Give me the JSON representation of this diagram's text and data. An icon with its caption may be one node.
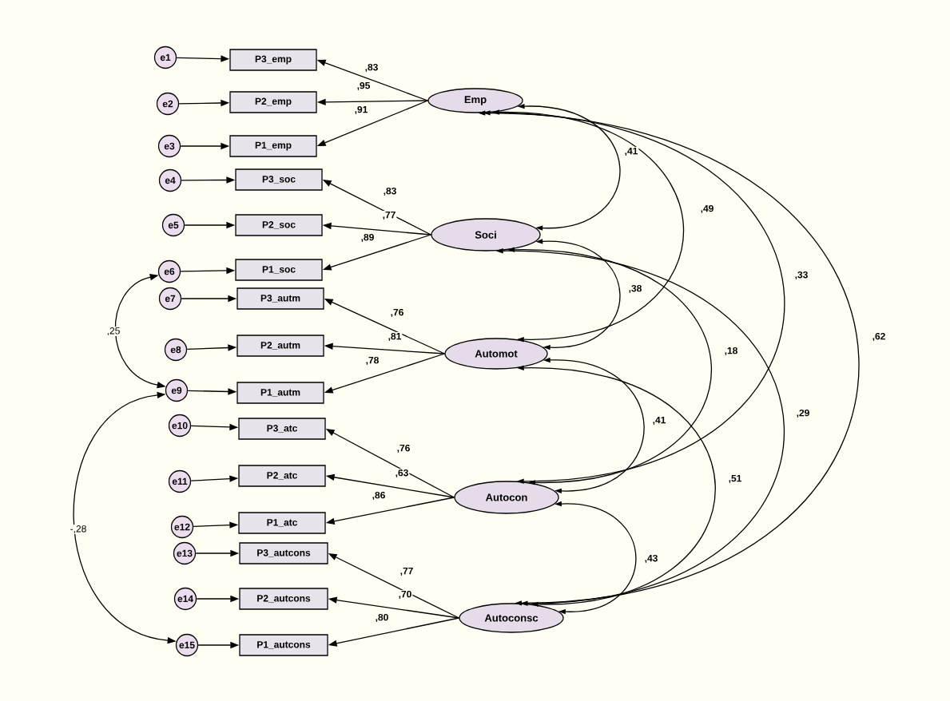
{
  "diagram": {
    "nodes": [
      {
        "text": [
          "e1"
        ]
      },
      {
        "text": [
          "e2"
        ]
      },
      {
        "text": [
          "e3"
        ]
      },
      {
        "text": [
          "e4"
        ]
      },
      {
        "text": [
          "e5"
        ]
      },
      {
        "text": [
          "e6"
        ]
      },
      {
        "text": [
          "e7"
        ]
      },
      {
        "text": [
          "e8"
        ]
      },
      {
        "text": [
          "e9"
        ]
      },
      {
        "text": [
          "e10"
        ]
      },
      {
        "text": [
          "e11"
        ]
      },
      {
        "text": [
          "e12"
        ]
      },
      {
        "text": [
          "e13"
        ]
      },
      {
        "text": [
          "e14"
        ]
      },
      {
        "text": [
          "e15"
        ]
      },
      {
        "text": [
          "P3_emp"
        ]
      },
      {
        "text": [
          "P2_emp"
        ]
      },
      {
        "text": [
          "P1_emp"
        ]
      },
      {
        "text": [
          "P3_soc"
        ]
      },
      {
        "text": [
          "P2_soc"
        ]
      },
      {
        "text": [
          "P1_soc"
        ]
      },
      {
        "text": [
          "P3_autm"
        ]
      },
      {
        "text": [
          "P2_autm"
        ]
      },
      {
        "text": [
          "P1_autm"
        ]
      },
      {
        "text": [
          "P3_atc"
        ]
      },
      {
        "text": [
          "P2_atc"
        ]
      },
      {
        "text": [
          "P1_atc"
        ]
      },
      {
        "text": [
          "P3_autcons"
        ]
      },
      {
        "text": [
          "P2_autcons"
        ]
      },
      {
        "text": [
          "P1_autcons"
        ]
      },
      {
        "text": [
          "Emp"
        ]
      },
      {
        "text": [
          "Soci"
        ]
      },
      {
        "text": [
          "Automot"
        ]
      },
      {
        "text": [
          "Autocon"
        ]
      },
      {
        "text": [
          "Autoconsc"
        ]
      }
    ],
    "edges": [
      {
        "from": 0,
        "to": 15,
        "arrow": "to"
      },
      {
        "from": 1,
        "to": 16,
        "arrow": "to"
      },
      {
        "from": 2,
        "to": 17,
        "arrow": "to"
      },
      {
        "from": 3,
        "to": 18,
        "arrow": "to"
      },
      {
        "from": 4,
        "to": 19,
        "arrow": "to"
      },
      {
        "from": 5,
        "to": 20,
        "arrow": "to"
      },
      {
        "from": 6,
        "to": 21,
        "arrow": "to"
      },
      {
        "from": 7,
        "to": 22,
        "arrow": "to"
      },
      {
        "from": 8,
        "to": 23,
        "arrow": "to"
      },
      {
        "from": 9,
        "to": 24,
        "arrow": "to"
      },
      {
        "from": 10,
        "to": 25,
        "arrow": "to"
      },
      {
        "from": 11,
        "to": 26,
        "arrow": "to"
      },
      {
        "from": 12,
        "to": 27,
        "arrow": "to"
      },
      {
        "from": 13,
        "to": 28,
        "arrow": "to"
      },
      {
        "from": 14,
        "to": 29,
        "arrow": "to"
      },
      {
        "from": 30,
        "to": 15,
        "arrow": "to",
        "label": ",83"
      },
      {
        "from": 30,
        "to": 16,
        "arrow": "to",
        "label": ",95"
      },
      {
        "from": 30,
        "to": 17,
        "arrow": "to",
        "label": ",91"
      },
      {
        "from": 31,
        "to": 18,
        "arrow": "to",
        "label": ",83"
      },
      {
        "from": 31,
        "to": 19,
        "arrow": "to",
        "label": ",77"
      },
      {
        "from": 31,
        "to": 20,
        "arrow": "to",
        "label": ",89"
      },
      {
        "from": 32,
        "to": 21,
        "arrow": "to",
        "label": ",76"
      },
      {
        "from": 32,
        "to": 22,
        "arrow": "to",
        "label": ",81"
      },
      {
        "from": 32,
        "to": 23,
        "arrow": "to",
        "label": ",78"
      },
      {
        "from": 33,
        "to": 24,
        "arrow": "to",
        "label": ",76"
      },
      {
        "from": 33,
        "to": 25,
        "arrow": "to",
        "label": ",63"
      },
      {
        "from": 33,
        "to": 26,
        "arrow": "to",
        "label": ",86"
      },
      {
        "from": 34,
        "to": 27,
        "arrow": "to",
        "label": ",77"
      },
      {
        "from": 34,
        "to": 28,
        "arrow": "to",
        "label": ",70"
      },
      {
        "from": 34,
        "to": 29,
        "arrow": "to",
        "label": ",80"
      },
      {
        "from": 30,
        "to": 31,
        "arrow": "both",
        "label": ",41"
      },
      {
        "from": 30,
        "to": 32,
        "arrow": "both",
        "label": ",49"
      },
      {
        "from": 30,
        "to": 33,
        "arrow": "both",
        "label": ",33"
      },
      {
        "from": 30,
        "to": 34,
        "arrow": "both",
        "label": ",62"
      },
      {
        "from": 31,
        "to": 32,
        "arrow": "both",
        "label": ",38"
      },
      {
        "from": 31,
        "to": 33,
        "arrow": "both",
        "label": ",18"
      },
      {
        "from": 31,
        "to": 34,
        "arrow": "both",
        "label": ",29"
      },
      {
        "from": 32,
        "to": 33,
        "arrow": "both",
        "label": ",41"
      },
      {
        "from": 32,
        "to": 34,
        "arrow": "both",
        "label": ",51"
      },
      {
        "from": 33,
        "to": 34,
        "arrow": "both",
        "label": ",43"
      },
      {
        "from": 5,
        "to": 8,
        "arrow": "both",
        "label": ",25"
      },
      {
        "from": 8,
        "to": 14,
        "arrow": "both",
        "label": "-,28"
      }
    ]
  }
}
